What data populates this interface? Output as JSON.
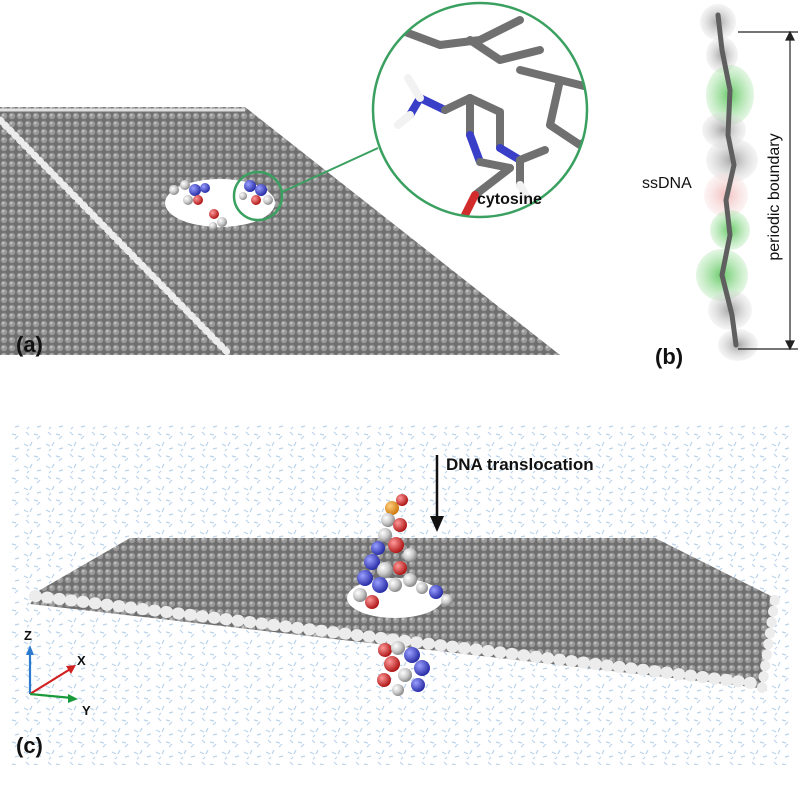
{
  "panels": {
    "a": {
      "label": "(a)",
      "zoom_label": "cytosine"
    },
    "b": {
      "label": "(b)",
      "strand_label": "ssDNA",
      "boundary_label": "periodic boundary"
    },
    "c": {
      "label": "(c)",
      "arrow_label": "DNA translocation",
      "axes": {
        "z": "Z",
        "x": "X",
        "y": "Y"
      }
    }
  },
  "colors": {
    "graphene": "#7d7d7d",
    "graphene_edge": "#d9d9d9",
    "carbon": "#8a8a8a",
    "nitrogen": "#3a3fc8",
    "oxygen": "#d22b2b",
    "hydrogen": "#f2f2f2",
    "phosphorus": "#e8a020",
    "zoom_ring": "#3aa060",
    "water": "#a9c9e6",
    "axis_z": "#2a7bd0",
    "axis_x": "#d02020",
    "axis_y": "#1a9a3a"
  }
}
